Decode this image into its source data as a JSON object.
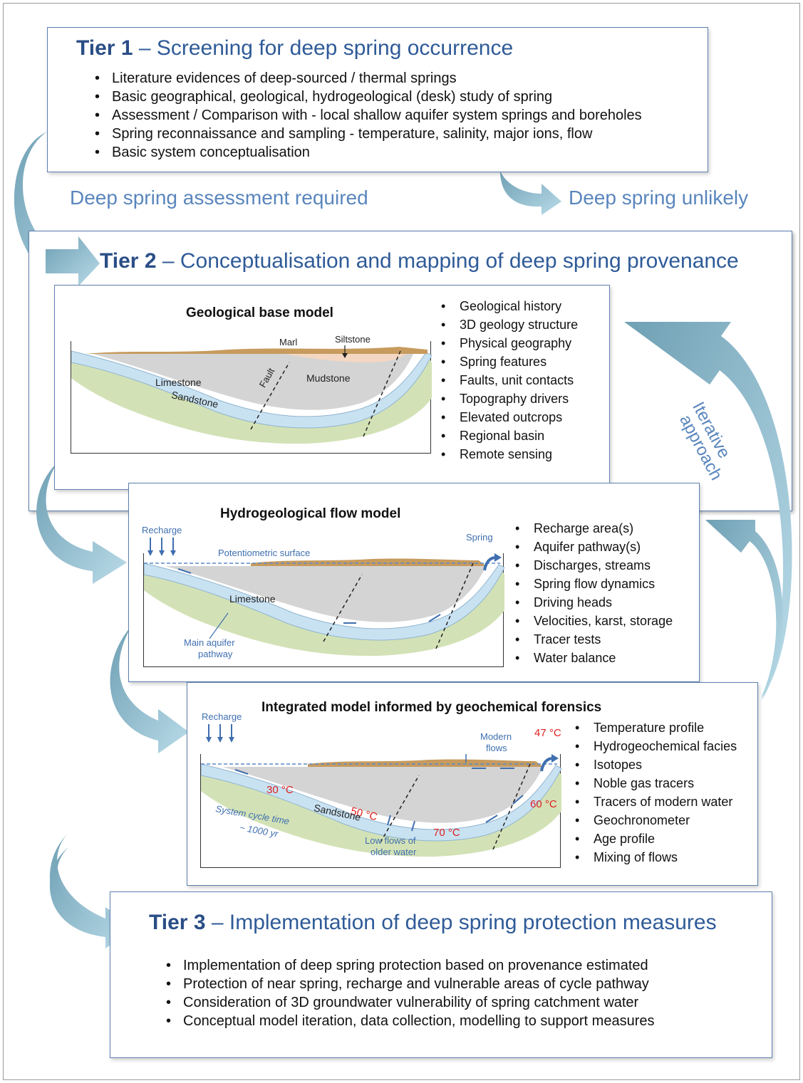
{
  "tier1": {
    "prefix": "Tier 1",
    "title": "– Screening for deep spring occurrence",
    "items": [
      "Literature evidences of deep-sourced / thermal springs",
      "Basic geographical, geological, hydrogeological (desk) study of spring",
      "Assessment / Comparison with - local shallow aquifer system springs and boreholes",
      "Spring reconnaissance and sampling - temperature, salinity, major ions, flow",
      "Basic system conceptualisation"
    ]
  },
  "outcomes": {
    "required": "Deep spring assessment required",
    "unlikely": "Deep spring unlikely"
  },
  "tier2": {
    "prefix": "Tier 2",
    "title": "– Conceptualisation and mapping of  deep spring provenance"
  },
  "iterative": {
    "line1": "Iterative",
    "line2": "approach"
  },
  "geo_panel": {
    "title": "Geological base model",
    "labels": {
      "marl": "Marl",
      "siltstone": "Siltstone",
      "fault": "Fault",
      "mudstone": "Mudstone",
      "limestone": "Limestone",
      "sandstone": "Sandstone"
    },
    "items": [
      "Geological history",
      "3D geology structure",
      "Physical geography",
      "Spring features",
      "Faults, unit contacts",
      "Topography drivers",
      "Elevated outcrops",
      "Regional basin",
      "Remote sensing"
    ]
  },
  "hydro_panel": {
    "title": "Hydrogeological flow model",
    "labels": {
      "recharge": "Recharge",
      "potentiometric": "Potentiometric  surface",
      "spring": "Spring",
      "limestone": "Limestone",
      "aquifer1": "Main aquifer",
      "aquifer2": "pathway"
    },
    "items": [
      "Recharge area(s)",
      "Aquifer pathway(s)",
      "Discharges, streams",
      "Spring flow dynamics",
      "Driving heads",
      "Velocities, karst, storage",
      "Tracer tests",
      "Water balance"
    ]
  },
  "int_panel": {
    "title": "Integrated model informed by geochemical forensics",
    "labels": {
      "recharge": "Recharge",
      "modern1": "Modern",
      "modern2": "flows",
      "t47": "47 °C",
      "t30": "30 °C",
      "t50": "50 °C",
      "t60": "60 °C",
      "t70": "70 °C",
      "sandstone": "Sandstone",
      "cycle1": "System cycle time",
      "cycle2": "~ 1000 yr",
      "low1": "Low flows of",
      "low2": "older water"
    },
    "items": [
      "Temperature profile",
      "Hydrogeochemical facies",
      "Isotopes",
      "Noble gas tracers",
      "Tracers of modern water",
      "Geochronometer",
      "Age profile",
      "Mixing of flows"
    ]
  },
  "tier3": {
    "prefix": "Tier 3",
    "title": "– Implementation of deep spring protection measures",
    "items": [
      "Implementation of deep spring protection based on provenance estimated",
      "Protection of near spring, recharge and vulnerable areas of cycle pathway",
      "Consideration of 3D groundwater vulnerability of spring catchment water",
      "Conceptual model iteration, data collection, modelling to support measures"
    ]
  }
}
